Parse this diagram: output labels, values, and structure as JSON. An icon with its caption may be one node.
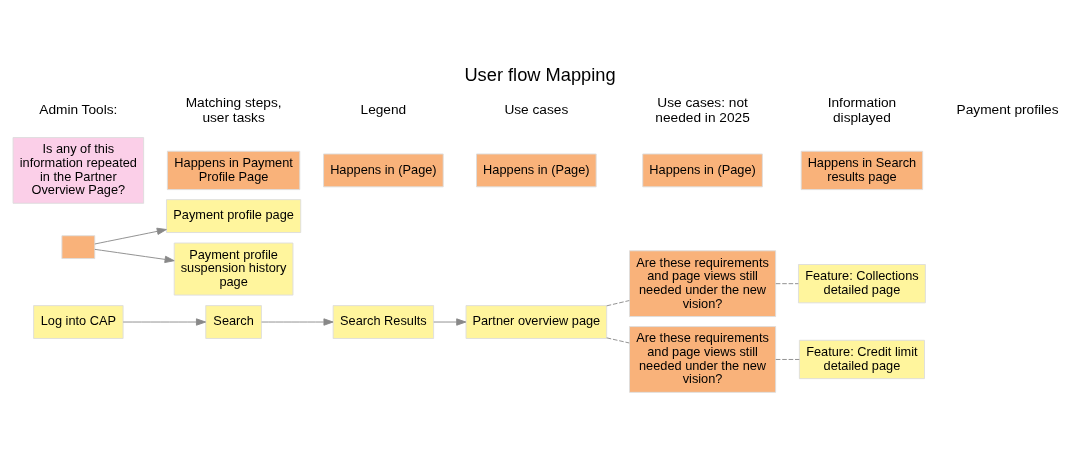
{
  "diagram": {
    "title": "User flow Mapping",
    "nodes": [
      {
        "text": [
          "Log into CAP"
        ]
      },
      {
        "text": [
          "Search"
        ]
      },
      {
        "text": [
          "Search Results"
        ]
      },
      {
        "text": [
          "Partner overview page"
        ]
      },
      {
        "text": [
          "Are these requirements and page views still needed under the new vision?"
        ]
      },
      {
        "text": [
          "Are these requirements and page views still needed under the new vision?"
        ]
      },
      {
        "text": [
          "Feature: Collections detailed page"
        ]
      },
      {
        "text": [
          "Feature: Credit limit detailed page"
        ]
      },
      {
        "text": [],
        "shape": "box"
      },
      {
        "text": [
          "Payment profile page"
        ]
      },
      {
        "text": [
          "Payment profile suspension history page"
        ]
      },
      {
        "text": [
          "Is any of this information repeated in the Partner Overview Page?"
        ]
      },
      {
        "text": [
          "Happens in Payment Profile Page"
        ]
      },
      {
        "text": [
          "Happens in (Page)"
        ]
      },
      {
        "text": [
          "Happens in (Page)"
        ]
      },
      {
        "text": [
          "Happens in (Page)"
        ]
      },
      {
        "text": [
          "Happens in Search results page"
        ]
      }
    ],
    "edges": [
      {
        "from": 0,
        "to": 1,
        "arrow": "to"
      },
      {
        "from": 1,
        "to": 2,
        "arrow": "to"
      },
      {
        "from": 2,
        "to": 3,
        "arrow": "to"
      },
      {
        "from": 3,
        "to": 4,
        "arrow": "none",
        "style": "dashed"
      },
      {
        "from": 3,
        "to": 5,
        "arrow": "none",
        "style": "dashed"
      },
      {
        "from": 4,
        "to": 6,
        "arrow": "none",
        "style": "dashed"
      },
      {
        "from": 5,
        "to": 7,
        "arrow": "none",
        "style": "dashed"
      },
      {
        "from": 8,
        "to": 9,
        "arrow": "to"
      },
      {
        "from": 8,
        "to": 10,
        "arrow": "to"
      }
    ],
    "labels": [
      "Admin Tools:",
      "Matching steps, user tasks",
      "Legend",
      "Use cases",
      "Use cases: not needed in 2025",
      "Information displayed",
      "Payment profiles"
    ]
  }
}
